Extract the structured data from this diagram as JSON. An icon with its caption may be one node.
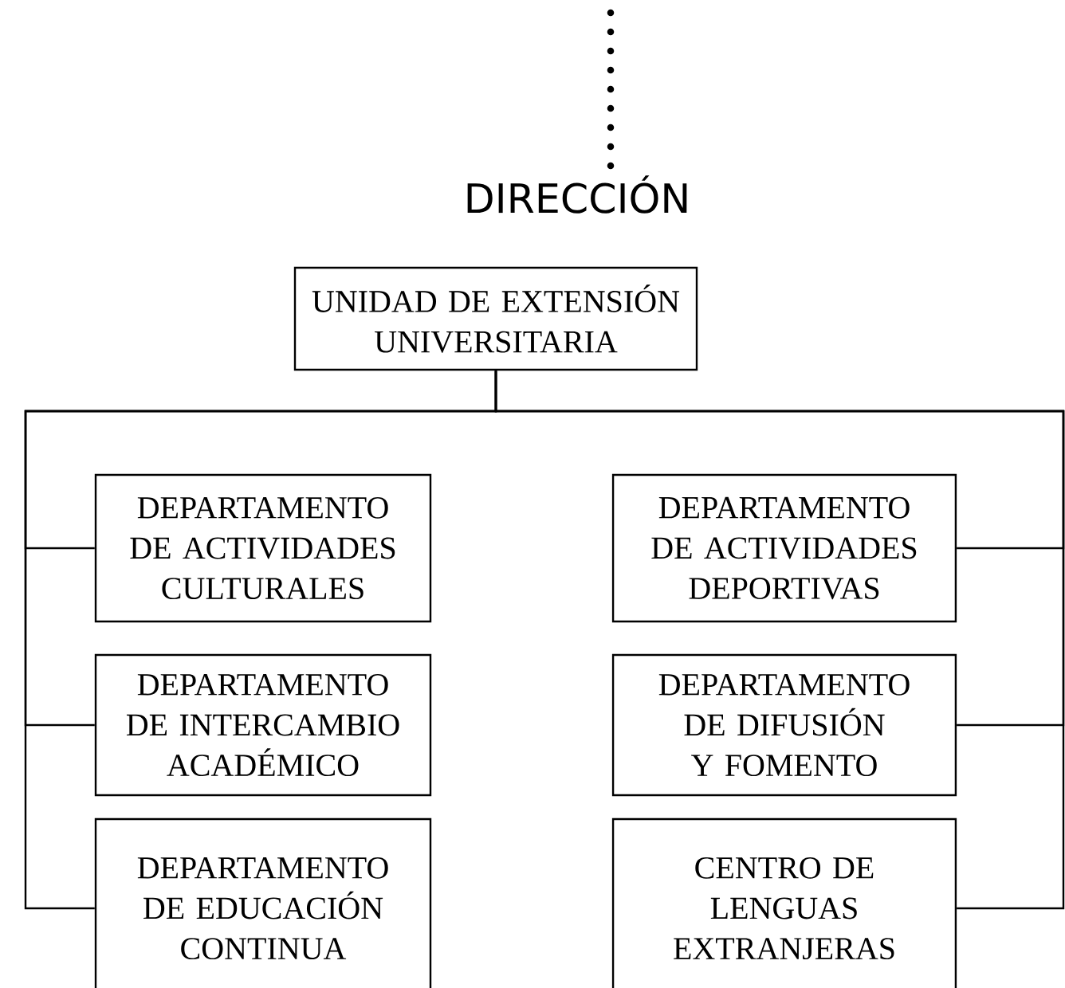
{
  "diagram": {
    "nodes": [
      {
        "text": [
          "DIRECCIÓN"
        ]
      },
      {
        "text": [
          "UNIDAD DE EXTENSIÓN UNIVERSITARIA"
        ]
      },
      {
        "text": [
          "DEPARTAMENTO DE ACTIVIDADES CULTURALES"
        ]
      },
      {
        "text": [
          "DEPARTAMENTO DE ACTIVIDADES DEPORTIVAS"
        ]
      },
      {
        "text": [
          "DEPARTAMENTO DE INTERCAMBIO ACADÉMICO"
        ]
      },
      {
        "text": [
          "DEPARTAMENTO DE DIFUSIÓN Y FOMENTO"
        ]
      },
      {
        "text": [
          "DEPARTAMENTO DE EDUCACIÓN CONTINUA"
        ]
      },
      {
        "text": [
          "CENTRO DE LENGUAS EXTRANJERAS"
        ]
      }
    ],
    "edges": [
      {
        "from": null,
        "to": 0,
        "arrow": "none",
        "style": "dashed"
      },
      {
        "from": 1,
        "to": 2,
        "arrow": "none"
      },
      {
        "from": 1,
        "to": 3,
        "arrow": "none"
      },
      {
        "from": 1,
        "to": 4,
        "arrow": "none"
      },
      {
        "from": 1,
        "to": 5,
        "arrow": "none"
      },
      {
        "from": 1,
        "to": 6,
        "arrow": "none"
      },
      {
        "from": 1,
        "to": 7,
        "arrow": "none"
      }
    ]
  }
}
